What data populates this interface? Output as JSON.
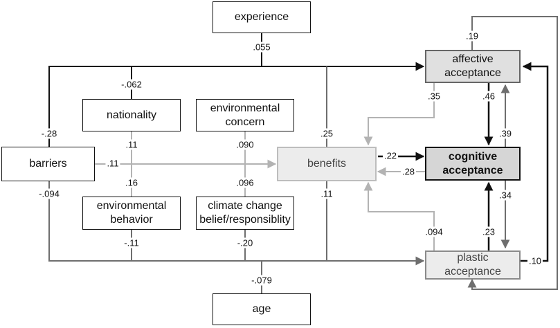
{
  "nodes": {
    "experience": "experience",
    "nationality": "nationality",
    "environmental_concern": "environmental\nconcern",
    "barriers": "barriers",
    "benefits": "benefits",
    "environmental_behavior": "environmental\nbehavior",
    "climate_change": "climate change\nbelief/responsiblity",
    "age": "age",
    "affective": "affective\nacceptance",
    "cognitive": "cognitive\nacceptance",
    "plastic": "plastic\nacceptance"
  },
  "coefficients": {
    "experience_to_affective": ".055",
    "nationality_to_affective": "-.062",
    "barriers_to_affective": "-.28",
    "benefits_to_affective": ".25",
    "plastic_to_affective": ".19",
    "affective_to_benefits": ".35",
    "affective_to_cognitive": ".46",
    "cognitive_to_affective": ".39",
    "nationality_to_benefits": ".11",
    "concern_to_benefits": ".090",
    "barriers_to_benefits": ".11",
    "behavior_to_benefits": ".16",
    "climate_to_benefits": ".096",
    "benefits_to_cognitive": ".22",
    "cognitive_to_benefits": ".28",
    "barriers_to_plastic": "-.094",
    "benefits_to_plastic": ".11",
    "plastic_to_benefits": ".094",
    "plastic_to_cognitive": ".23",
    "cognitive_to_plastic": ".34",
    "behavior_to_plastic": "-.11",
    "climate_to_plastic": "-.20",
    "age_to_plastic": "-.079",
    "affective_to_plastic": ".10"
  },
  "colors": {
    "black": "#111111",
    "dark_grey": "#6e6e6e",
    "light_grey": "#b3b3b3"
  }
}
